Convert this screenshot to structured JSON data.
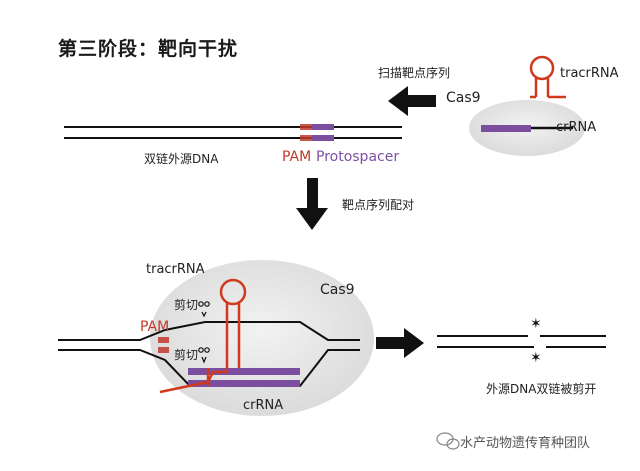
{
  "title": "第三阶段：靶向干扰",
  "labels": {
    "scan_target": "扫描靶点序列",
    "cas9_top": "Cas9",
    "tracrrna_top": "tracrRNA",
    "crrna_top": "crRNA",
    "dsdna_foreign": "双链外源DNA",
    "pam_top": "PAM",
    "protospacer": "Protospacer",
    "target_pairing": "靶点序列配对",
    "tracrrna_bottom": "tracrRNA",
    "cas9_bottom": "Cas9",
    "cut_1": "剪切",
    "pam_bottom": "PAM",
    "cut_2": "剪切",
    "crrna_bottom": "crRNA",
    "result": "外源DNA双链被剪开"
  },
  "watermark": "水产动物遗传育种团队",
  "colors": {
    "dna": "#111111",
    "rna": "#d0391b",
    "spacer": "#7b4ea0",
    "pam_text": "#c0392b",
    "cas9": "#e6e6e6",
    "arrow": "#111111"
  },
  "icons": [
    "arrow-left-icon",
    "arrow-down-icon",
    "arrow-right-icon",
    "scissors-icon",
    "break-mark-icon",
    "wechat-icon"
  ]
}
